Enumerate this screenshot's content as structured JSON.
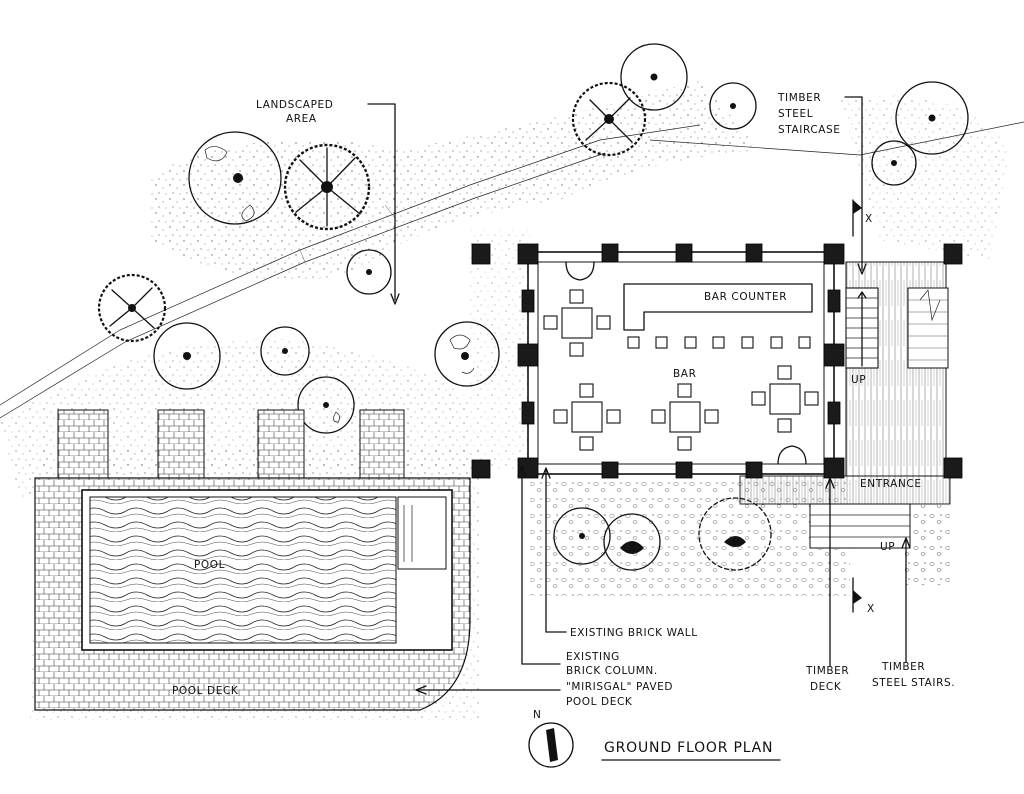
{
  "title": "GROUND FLOOR PLAN",
  "north": "N",
  "labels": {
    "landscaped_1": "LANDSCAPED",
    "landscaped_2": "AREA",
    "timber_staircase_1": "TIMBER",
    "timber_staircase_2": "STEEL",
    "timber_staircase_3": "STAIRCASE",
    "bar_counter": "BAR COUNTER",
    "bar": "BAR",
    "up_1": "UP",
    "up_2": "UP",
    "entrance": "ENTRANCE",
    "pool": "POOL",
    "pool_deck": "POOL DECK",
    "brick_wall": "EXISTING  BRICK WALL",
    "brick_column_1": "EXISTING",
    "brick_column_2": "BRICK COLUMN.",
    "paved_1": "\"MIRISGAL\" PAVED",
    "paved_2": "POOL DECK",
    "timber_deck_1": "TIMBER",
    "timber_deck_2": "DECK",
    "timber_stairs_1": "TIMBER",
    "timber_stairs_2": "STEEL STAIRS.",
    "section_mark_1": "X",
    "section_mark_2": "X"
  },
  "icons": {
    "north_arrow": "north-arrow-icon",
    "tree_canopy": "tree-canopy-icon",
    "shrub": "shrub-icon",
    "chair": "chair-icon"
  },
  "colors": {
    "ink": "#111111",
    "paper": "#ffffff"
  }
}
